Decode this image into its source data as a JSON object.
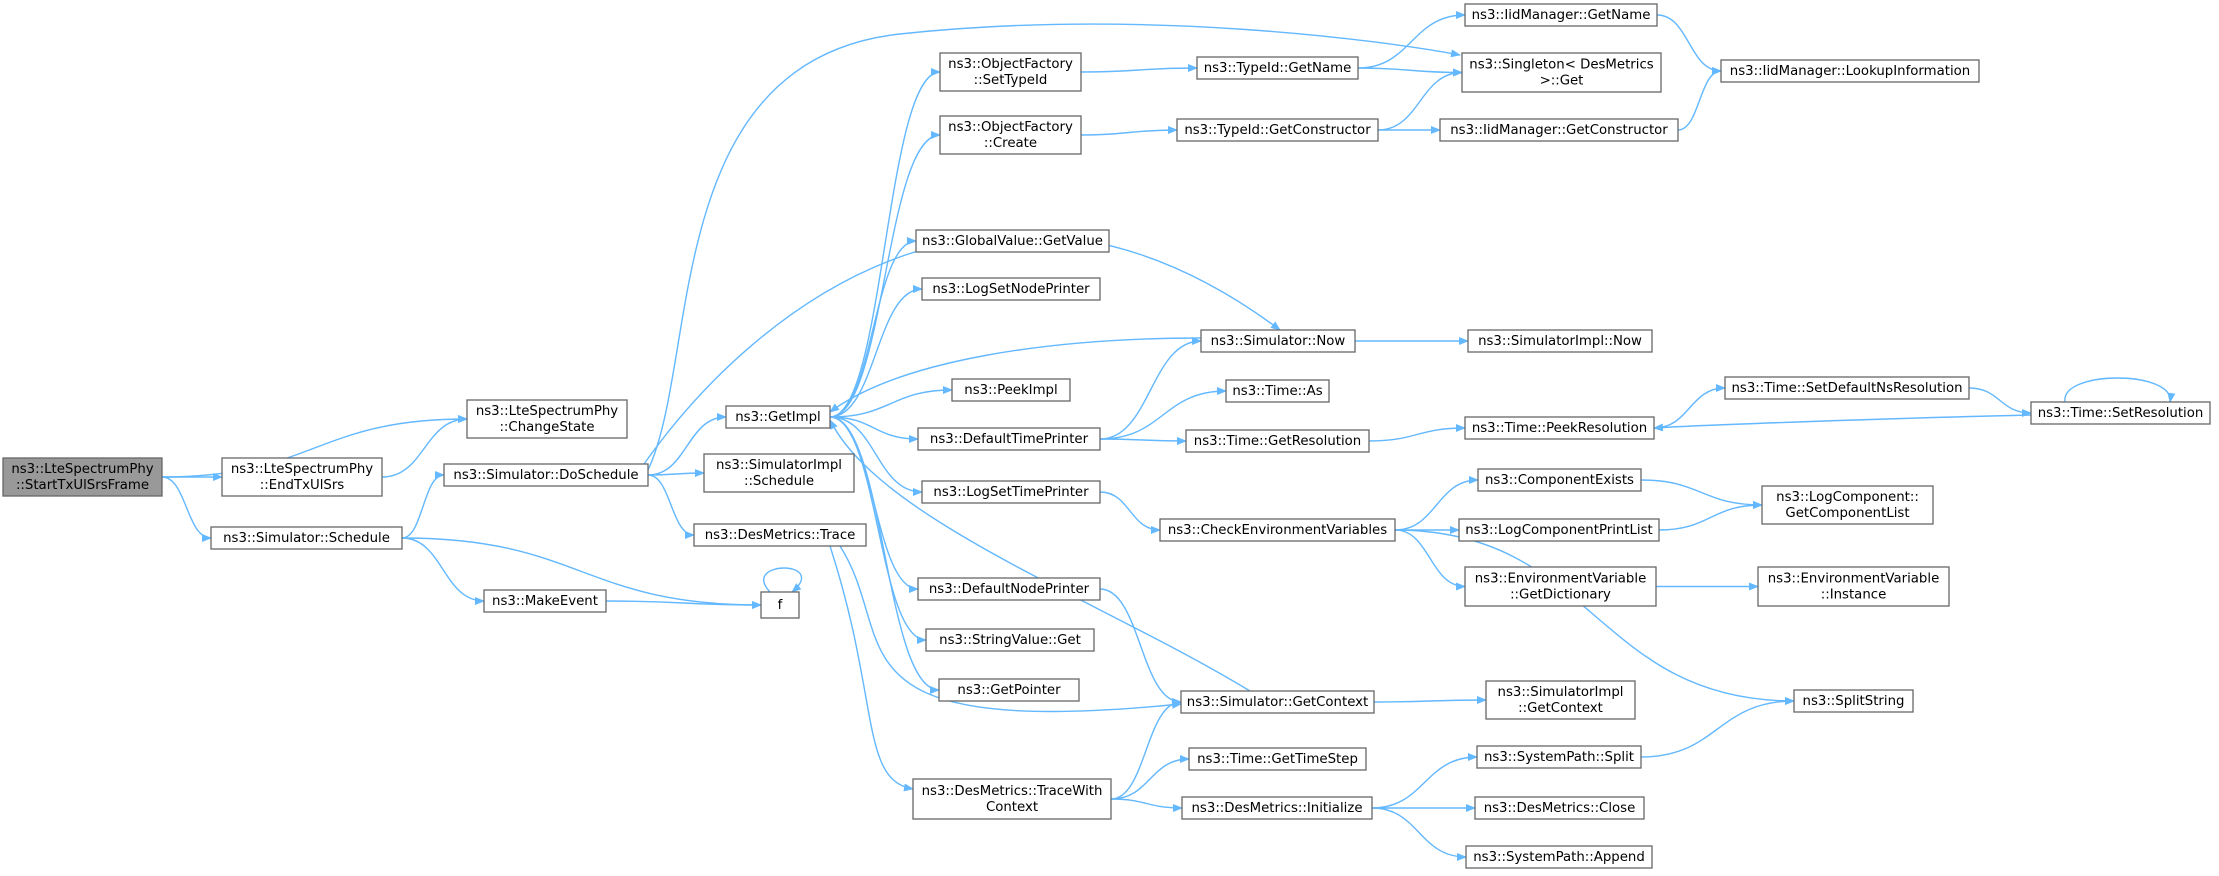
{
  "graph": {
    "edge_color": "#63b8ff",
    "node_border_color": "#666666",
    "root_fill_color": "#999999",
    "nodes": [
      {
        "id": "n0",
        "lines": [
          "ns3::LteSpectrumPhy",
          "::StartTxUlSrsFrame"
        ],
        "root": true
      },
      {
        "id": "n1",
        "lines": [
          "ns3::LteSpectrumPhy",
          "::ChangeState"
        ]
      },
      {
        "id": "n2",
        "lines": [
          "ns3::LteSpectrumPhy",
          "::EndTxUlSrs"
        ]
      },
      {
        "id": "n3",
        "lines": [
          "ns3::Simulator::Schedule"
        ]
      },
      {
        "id": "n4",
        "lines": [
          "ns3::Simulator::DoSchedule"
        ]
      },
      {
        "id": "n5",
        "lines": [
          "ns3::MakeEvent"
        ]
      },
      {
        "id": "n6",
        "lines": [
          "f"
        ]
      },
      {
        "id": "n7",
        "lines": [
          "ns3::GetImpl"
        ]
      },
      {
        "id": "n8",
        "lines": [
          "ns3::SimulatorImpl",
          "::Schedule"
        ]
      },
      {
        "id": "n9",
        "lines": [
          "ns3::DesMetrics::Trace"
        ]
      },
      {
        "id": "n10",
        "lines": [
          "ns3::ObjectFactory",
          "::SetTypeId"
        ]
      },
      {
        "id": "n11",
        "lines": [
          "ns3::ObjectFactory",
          "::Create"
        ]
      },
      {
        "id": "n12",
        "lines": [
          "ns3::GlobalValue::GetValue"
        ]
      },
      {
        "id": "n13",
        "lines": [
          "ns3::LogSetNodePrinter"
        ]
      },
      {
        "id": "n14",
        "lines": [
          "ns3::PeekImpl"
        ]
      },
      {
        "id": "n15",
        "lines": [
          "ns3::DefaultTimePrinter"
        ]
      },
      {
        "id": "n16",
        "lines": [
          "ns3::LogSetTimePrinter"
        ]
      },
      {
        "id": "n17",
        "lines": [
          "ns3::DefaultNodePrinter"
        ]
      },
      {
        "id": "n18",
        "lines": [
          "ns3::StringValue::Get"
        ]
      },
      {
        "id": "n19",
        "lines": [
          "ns3::GetPointer"
        ]
      },
      {
        "id": "n20",
        "lines": [
          "ns3::DesMetrics::TraceWith",
          "Context"
        ]
      },
      {
        "id": "n21",
        "lines": [
          "ns3::TypeId::GetName"
        ]
      },
      {
        "id": "n22",
        "lines": [
          "ns3::TypeId::GetConstructor"
        ]
      },
      {
        "id": "n23",
        "lines": [
          "ns3::Simulator::Now"
        ]
      },
      {
        "id": "n24",
        "lines": [
          "ns3::Time::As"
        ]
      },
      {
        "id": "n25",
        "lines": [
          "ns3::Time::GetResolution"
        ]
      },
      {
        "id": "n26",
        "lines": [
          "ns3::CheckEnvironmentVariables"
        ]
      },
      {
        "id": "n27",
        "lines": [
          "ns3::Simulator::GetContext"
        ]
      },
      {
        "id": "n28",
        "lines": [
          "ns3::Time::GetTimeStep"
        ]
      },
      {
        "id": "n29",
        "lines": [
          "ns3::DesMetrics::Initialize"
        ]
      },
      {
        "id": "n30",
        "lines": [
          "ns3::IidManager::GetName"
        ]
      },
      {
        "id": "n31",
        "lines": [
          "ns3::Singleton< DesMetrics",
          " >::Get"
        ]
      },
      {
        "id": "n32",
        "lines": [
          "ns3::IidManager::GetConstructor"
        ]
      },
      {
        "id": "n33",
        "lines": [
          "ns3::SimulatorImpl::Now"
        ]
      },
      {
        "id": "n34",
        "lines": [
          "ns3::Time::PeekResolution"
        ]
      },
      {
        "id": "n35",
        "lines": [
          "ns3::ComponentExists"
        ]
      },
      {
        "id": "n36",
        "lines": [
          "ns3::LogComponentPrintList"
        ]
      },
      {
        "id": "n37",
        "lines": [
          "ns3::EnvironmentVariable",
          "::GetDictionary"
        ]
      },
      {
        "id": "n38",
        "lines": [
          "ns3::SimulatorImpl",
          "::GetContext"
        ]
      },
      {
        "id": "n39",
        "lines": [
          "ns3::SystemPath::Split"
        ]
      },
      {
        "id": "n40",
        "lines": [
          "ns3::DesMetrics::Close"
        ]
      },
      {
        "id": "n41",
        "lines": [
          "ns3::SystemPath::Append"
        ]
      },
      {
        "id": "n42",
        "lines": [
          "ns3::IidManager::LookupInformation"
        ]
      },
      {
        "id": "n43",
        "lines": [
          "ns3::Time::SetDefaultNsResolution"
        ]
      },
      {
        "id": "n44",
        "lines": [
          "ns3::Time::SetResolution"
        ]
      },
      {
        "id": "n45",
        "lines": [
          "ns3::LogComponent::",
          "GetComponentList"
        ]
      },
      {
        "id": "n46",
        "lines": [
          "ns3::EnvironmentVariable",
          "::Instance"
        ]
      },
      {
        "id": "n47",
        "lines": [
          "ns3::SplitString"
        ]
      }
    ],
    "edges": [
      [
        "n0",
        "n1"
      ],
      [
        "n0",
        "n2"
      ],
      [
        "n0",
        "n3"
      ],
      [
        "n2",
        "n1"
      ],
      [
        "n3",
        "n4"
      ],
      [
        "n3",
        "n5"
      ],
      [
        "n3",
        "n6"
      ],
      [
        "n5",
        "n6"
      ],
      [
        "n6",
        "n6"
      ],
      [
        "n4",
        "n7"
      ],
      [
        "n4",
        "n8"
      ],
      [
        "n4",
        "n9"
      ],
      [
        "n4",
        "n23"
      ],
      [
        "n4",
        "n31"
      ],
      [
        "n7",
        "n10"
      ],
      [
        "n7",
        "n11"
      ],
      [
        "n7",
        "n12"
      ],
      [
        "n7",
        "n13"
      ],
      [
        "n7",
        "n14"
      ],
      [
        "n7",
        "n15"
      ],
      [
        "n7",
        "n16"
      ],
      [
        "n7",
        "n17"
      ],
      [
        "n7",
        "n18"
      ],
      [
        "n7",
        "n19"
      ],
      [
        "n9",
        "n20"
      ],
      [
        "n9",
        "n27"
      ],
      [
        "n10",
        "n21"
      ],
      [
        "n11",
        "n22"
      ],
      [
        "n15",
        "n23"
      ],
      [
        "n15",
        "n24"
      ],
      [
        "n15",
        "n25"
      ],
      [
        "n16",
        "n26"
      ],
      [
        "n17",
        "n27"
      ],
      [
        "n20",
        "n27"
      ],
      [
        "n20",
        "n28"
      ],
      [
        "n20",
        "n29"
      ],
      [
        "n21",
        "n30"
      ],
      [
        "n21",
        "n31"
      ],
      [
        "n22",
        "n31"
      ],
      [
        "n22",
        "n32"
      ],
      [
        "n23",
        "n7"
      ],
      [
        "n23",
        "n33"
      ],
      [
        "n25",
        "n34"
      ],
      [
        "n26",
        "n35"
      ],
      [
        "n26",
        "n36"
      ],
      [
        "n26",
        "n37"
      ],
      [
        "n26",
        "n47"
      ],
      [
        "n27",
        "n7"
      ],
      [
        "n27",
        "n38"
      ],
      [
        "n29",
        "n39"
      ],
      [
        "n29",
        "n40"
      ],
      [
        "n29",
        "n41"
      ],
      [
        "n30",
        "n42"
      ],
      [
        "n32",
        "n42"
      ],
      [
        "n34",
        "n43"
      ],
      [
        "n43",
        "n44"
      ],
      [
        "n44",
        "n34"
      ],
      [
        "n44",
        "n44"
      ],
      [
        "n35",
        "n45"
      ],
      [
        "n36",
        "n45"
      ],
      [
        "n37",
        "n46"
      ],
      [
        "n39",
        "n47"
      ]
    ]
  }
}
